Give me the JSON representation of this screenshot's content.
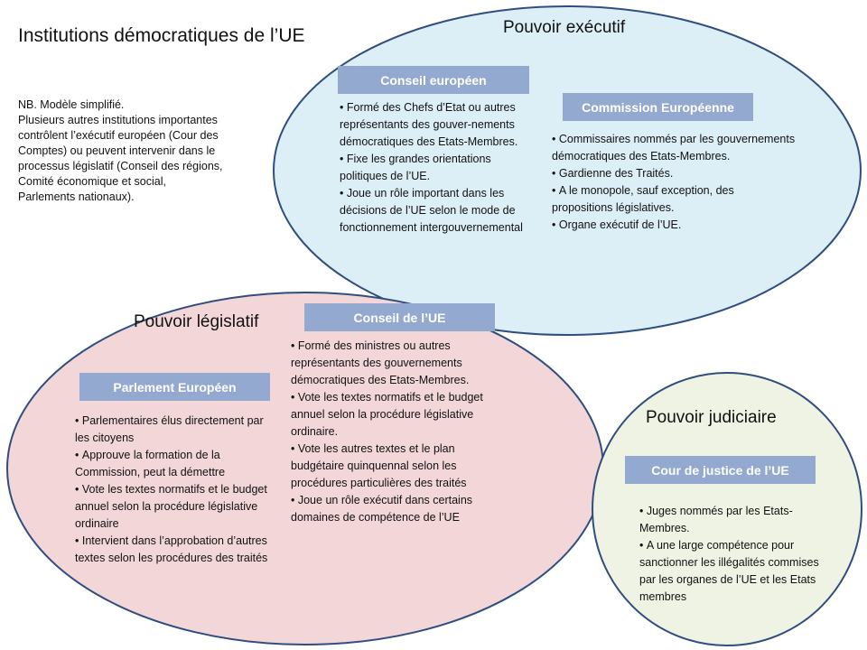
{
  "title": "Institutions démocratiques de l’UE",
  "note": {
    "lines": [
      "NB. Modèle simplifié.",
      "Plusieurs autres institutions importantes",
      "contrôlent l’exécutif européen (Cour des",
      "Comptes) ou peuvent intervenir dans le",
      "processus législatif (Conseil des régions,",
      "Comité économique et social,",
      "Parlements nationaux)."
    ]
  },
  "colors": {
    "executive_fill": "#dceef6",
    "legislative_fill": "#f2d6d8",
    "judicial_fill": "#eef3e4",
    "ellipse_stroke": "#2f4e7f",
    "box_fill": "#93a9cf"
  },
  "executive": {
    "heading": "Pouvoir exécutif",
    "conseil_europeen": {
      "label": "Conseil européen",
      "items": [
        "Formé des Chefs d’Etat ou autres représentants des gouver-nements démocratiques des Etats-Membres.",
        "Fixe les grandes orientations politiques de l’UE.",
        "Joue un rôle important dans les décisions de l’UE selon le mode de fonctionnement intergouvernemental"
      ]
    },
    "commission": {
      "label": "Commission Européenne",
      "items": [
        "Commissaires nommés par les gouvernements démocratiques des Etats-Membres.",
        "Gardienne des Traités.",
        "A le monopole,  sauf exception, des propositions législatives.",
        "Organe exécutif de l’UE."
      ]
    }
  },
  "legislative": {
    "heading": "Pouvoir législatif",
    "conseil_ue": {
      "label": "Conseil de l’UE",
      "items": [
        "Formé des ministres ou autres représentants des gouvernements démocratiques des Etats-Membres.",
        "Vote les textes normatifs et le budget annuel selon la procédure législative ordinaire.",
        "Vote les autres textes et le plan budgétaire quinquennal selon les procédures particulières des traités",
        "Joue un rôle exécutif dans certains domaines de compétence de l’UE"
      ]
    },
    "parlement": {
      "label": "Parlement Européen",
      "items": [
        "Parlementaires élus directement par les citoyens",
        "Approuve la formation de la Commission, peut la démettre",
        "Vote les textes normatifs et le budget annuel selon la procédure législative ordinaire",
        "Intervient dans l’approbation d’autres textes selon les procédures des traités"
      ]
    }
  },
  "judicial": {
    "heading": "Pouvoir judiciaire",
    "cour": {
      "label": "Cour de justice de l’UE",
      "items": [
        "Juges nommés par les Etats-Membres.",
        "A une large compétence pour sanctionner les illégalités commises par les organes de l’UE et les Etats membres"
      ]
    }
  }
}
